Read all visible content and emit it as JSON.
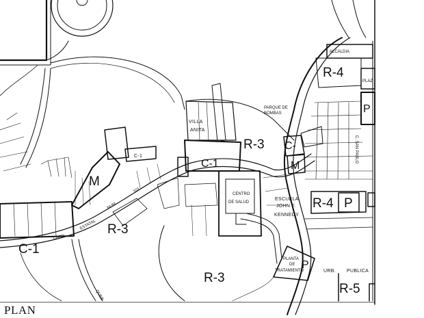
{
  "caption": "PLAN",
  "zones": {
    "r4_top": "R-4",
    "plaz": "PLAZ",
    "p_plaza": "P",
    "villa_1": "VILLA",
    "villa_2": "ANITA",
    "c1_small": "C-1",
    "c1_mid": "C-1",
    "m_left": "M",
    "r3_center": "R-3",
    "c_right": "C-",
    "m_right": "M",
    "r3_mid": "R-3",
    "c1_left": "C-1",
    "r4_right": "R-4",
    "p_right": "P",
    "r3_bottom": "R-3",
    "r5": "R-5",
    "p_planta": "P"
  },
  "places": {
    "alcaldia": "ALCALDIA",
    "parque_1": "PARQUE DE",
    "parque_2": "BOMBAS",
    "centro_1": "CENTRO",
    "centro_2": "DE SALUD",
    "escuela_1": "ESCUELA",
    "escuela_2": "JOHN F.",
    "escuela_3": "KENNEDY",
    "planta_1": "PLANTA",
    "planta_2": "DE",
    "planta_3": "TRATAMIENTO",
    "urb": "URB.",
    "publica": "PUBLICA",
    "carr_1": "CARR.",
    "carr_2": "ESTATAL",
    "carr_3": "NUM",
    "carr_4": "101",
    "queb": "QUEB",
    "san_pablo": "C. SAN PABLO"
  }
}
